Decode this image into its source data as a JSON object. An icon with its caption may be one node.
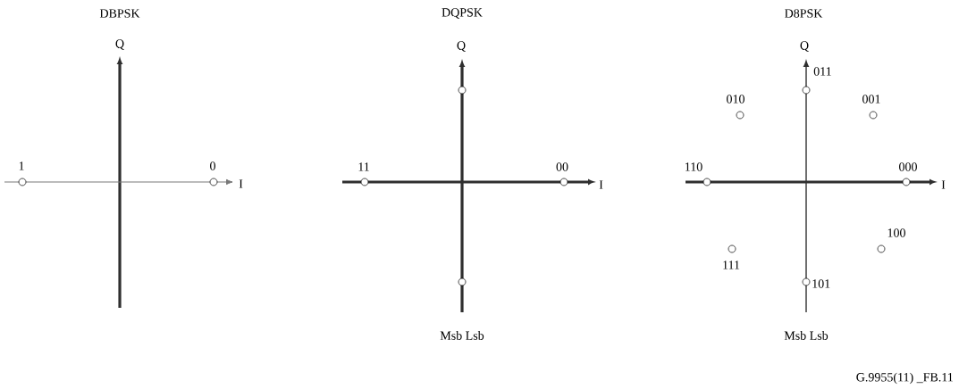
{
  "diagram": {
    "labels": [
      "DBPSK",
      "DQPSK",
      "D8PSK",
      "Q",
      "Q",
      "Q",
      "011",
      "010",
      "001",
      "1",
      "0",
      "I",
      "11",
      "00",
      "I",
      "110",
      "000",
      "I",
      "100",
      "111",
      "101",
      "Msb Lsb",
      "Msb Lsb",
      "G.9955(11) _FB.11"
    ]
  }
}
